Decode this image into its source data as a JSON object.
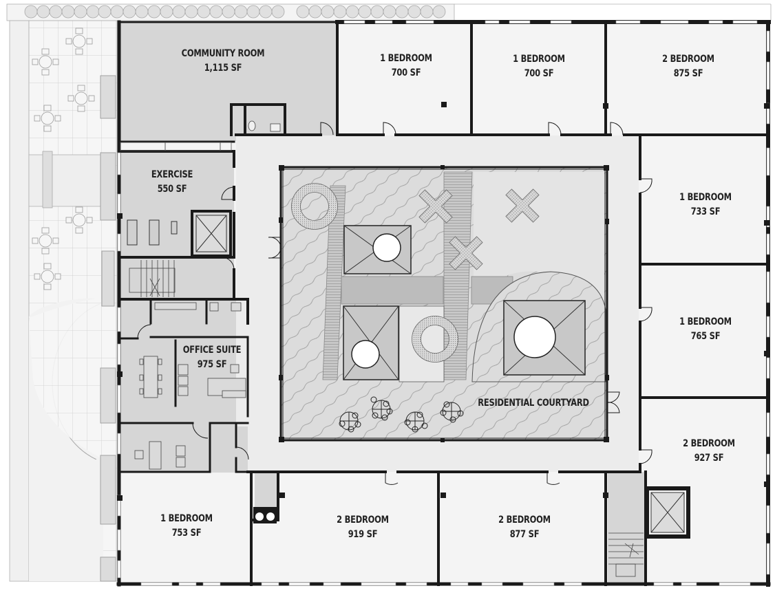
{
  "plan": {
    "colors": {
      "wall": "#1a1a1a",
      "amenity_fill": "#d6d6d6",
      "unit_fill": "#f4f4f4",
      "corridor_fill": "#ececec",
      "courtyard_fill": "#dcdcdc",
      "plaza_fill": "#f2f2f2",
      "skylight_fill": "#ffffff",
      "planter_fill": "#c4c4c4"
    },
    "rooms": [
      {
        "id": "community-room",
        "name": "COMMUNITY ROOM",
        "area": "1,115 SF",
        "type": "amenity"
      },
      {
        "id": "exercise",
        "name": "EXERCISE",
        "area": "550 SF",
        "type": "amenity"
      },
      {
        "id": "office-suite",
        "name": "OFFICE SUITE",
        "area": "975 SF",
        "type": "amenity"
      },
      {
        "id": "unit-1br-700-a",
        "name": "1 BEDROOM",
        "area": "700 SF",
        "type": "unit"
      },
      {
        "id": "unit-1br-700-b",
        "name": "1 BEDROOM",
        "area": "700 SF",
        "type": "unit"
      },
      {
        "id": "unit-2br-875",
        "name": "2 BEDROOM",
        "area": "875 SF",
        "type": "unit"
      },
      {
        "id": "unit-1br-733",
        "name": "1 BEDROOM",
        "area": "733 SF",
        "type": "unit"
      },
      {
        "id": "unit-1br-765",
        "name": "1 BEDROOM",
        "area": "765 SF",
        "type": "unit"
      },
      {
        "id": "unit-2br-927",
        "name": "2 BEDROOM",
        "area": "927 SF",
        "type": "unit"
      },
      {
        "id": "unit-2br-877",
        "name": "2 BEDROOM",
        "area": "877 SF",
        "type": "unit"
      },
      {
        "id": "unit-2br-919",
        "name": "2 BEDROOM",
        "area": "919 SF",
        "type": "unit"
      },
      {
        "id": "unit-1br-753",
        "name": "1 BEDROOM",
        "area": "753 SF",
        "type": "unit"
      }
    ],
    "courtyard": {
      "name": "RESIDENTIAL COURTYARD"
    },
    "icons": {
      "elevator": "elevator-x-box",
      "stair": "stair-treads",
      "skylight": "circle-in-square",
      "planter_ring": "ring-planter",
      "planter_cross": "x-planter",
      "table_set": "round-table-chairs"
    }
  }
}
